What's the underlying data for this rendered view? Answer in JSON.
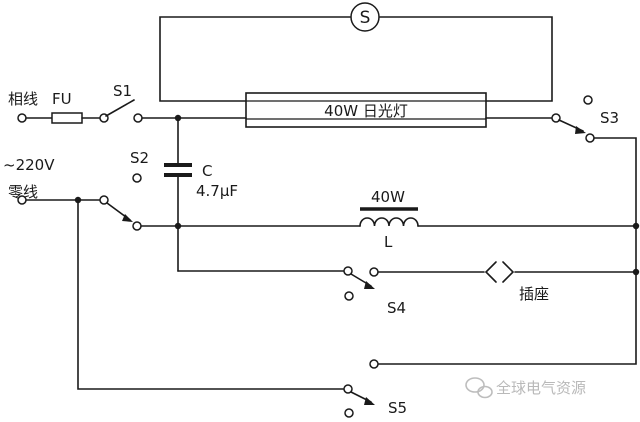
{
  "diagram": {
    "labels": {
      "phase_line": "相线",
      "fuse": "FU",
      "s1": "S1",
      "voltage": "~220V",
      "s2": "S2",
      "neutral_line": "零线",
      "capacitor_name": "C",
      "capacitor_value": "4.7μF",
      "lamp": "40W 日光灯",
      "starter_symbol": "S",
      "s3": "S3",
      "ballast_power": "40W",
      "inductor": "L",
      "socket": "插座",
      "s4": "S4",
      "s5": "S5"
    },
    "watermark": "全球电气资源"
  }
}
